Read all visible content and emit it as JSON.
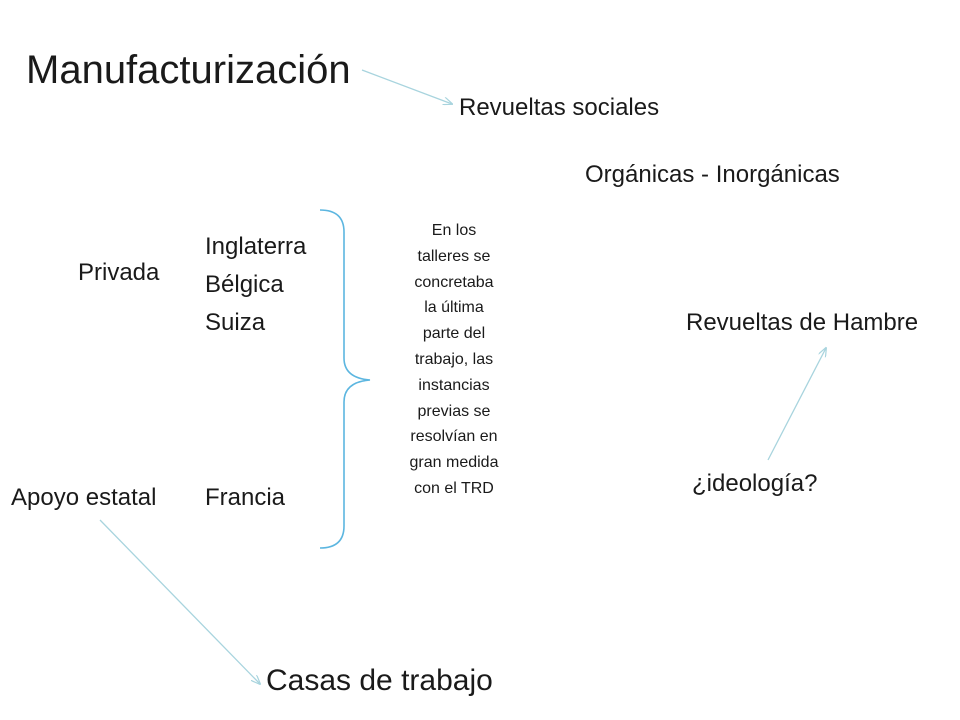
{
  "title": "Manufacturización",
  "revueltas_sociales": "Revueltas sociales",
  "organicas": "Orgánicas -  Inorgánicas",
  "privada": "Privada",
  "countries": [
    "Inglaterra",
    "Bélgica",
    "Suiza"
  ],
  "apoyo_estatal": "Apoyo estatal",
  "francia": "Francia",
  "note_lines": [
    "En los",
    "talleres se",
    "concretaba",
    "la última",
    "parte del",
    "trabajo, las",
    "instancias",
    "previas se",
    "resolvían en",
    "gran medida",
    "con el TRD"
  ],
  "revueltas_hambre": "Revueltas de Hambre",
  "ideologia": "¿ideología?",
  "casas": "Casas de trabajo",
  "colors": {
    "arrow": "#a8d4de",
    "brace": "#5cb6e0",
    "text": "#1a1a1a"
  }
}
